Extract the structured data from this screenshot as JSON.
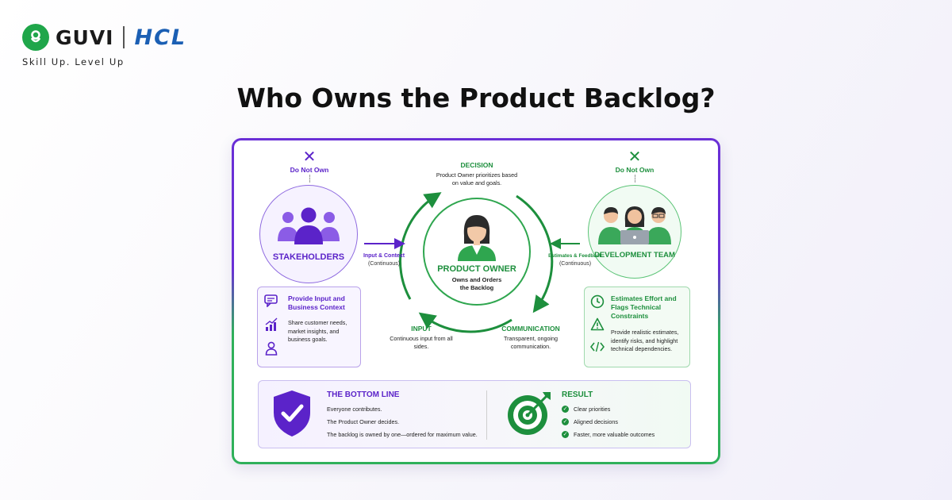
{
  "brand": {
    "guvi": "GUVI",
    "hcl": "HCL",
    "tagline": "Skill Up. Level Up",
    "colors": {
      "guvi_green": "#1fa64a",
      "hcl_blue": "#1b5fb4"
    }
  },
  "page_title": "Who Owns the Product Backlog?",
  "diagram": {
    "stakeholders": {
      "mark": "✕",
      "status": "Do Not Own",
      "title": "STAKEHOLDERS",
      "arrow_label": "Input & Context",
      "arrow_sub": "(Continuous)",
      "box_title": "Provide Input and Business Context",
      "box_text": "Share customer needs, market insights, and business goals.",
      "icons": [
        "chat-icon",
        "growth-chart-icon",
        "user-icon"
      ],
      "color": "#5b23c9"
    },
    "product_owner": {
      "title": "PRODUCT OWNER",
      "subtitle": "Owns and Orders the Backlog",
      "color": "#1d8f3d"
    },
    "development_team": {
      "mark": "✕",
      "status": "Do Not Own",
      "title": "DEVELOPMENT TEAM",
      "arrow_label": "Estimates & Feedback",
      "arrow_sub": "(Continuous)",
      "box_title": "Estimates Effort and Flags Technical Constraints",
      "box_text": "Provide realistic estimates, identify risks, and highlight technical dependencies.",
      "icons": [
        "clock-icon",
        "warning-icon",
        "code-icon"
      ],
      "color": "#1d8f3d"
    },
    "cycle": {
      "decision": {
        "head": "DECISION",
        "text": "Product Owner prioritizes based on value and goals."
      },
      "input": {
        "head": "INPUT",
        "text": "Continuous input from all sides."
      },
      "communication": {
        "head": "COMMUNICATION",
        "text": "Transparent, ongoing communication."
      }
    },
    "bottom_line": {
      "title": "THE BOTTOM LINE",
      "lines": [
        "Everyone contributes.",
        "The Product Owner decides.",
        "The backlog is owned by one—ordered for maximum value."
      ]
    },
    "result": {
      "title": "RESULT",
      "items": [
        "Clear priorities",
        "Aligned decisions",
        "Faster, more valuable outcomes"
      ]
    }
  }
}
